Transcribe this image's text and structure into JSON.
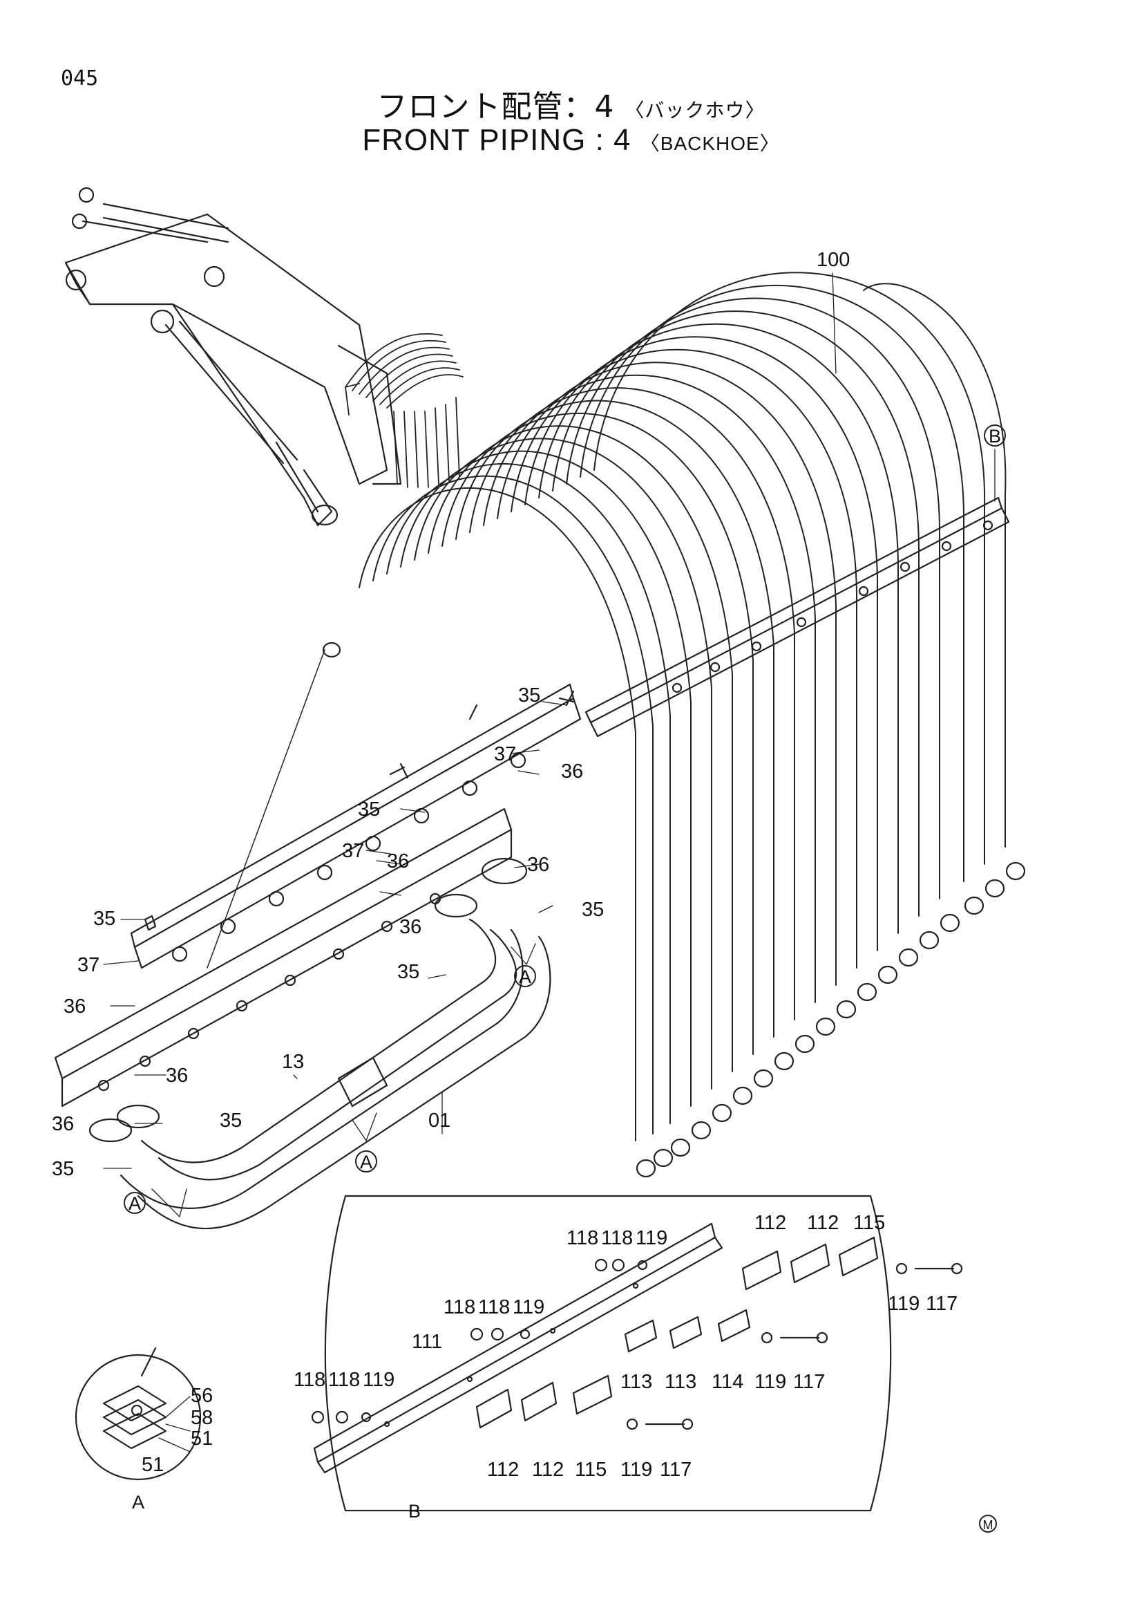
{
  "page_number": "045",
  "title_jp": "フロント配管：4",
  "title_jp_sub": "〈バックホウ〉",
  "title_en": "FRONT PIPING : 4",
  "title_en_sub": "〈BACKHOE〉",
  "ref_mark_m": "M",
  "callouts": {
    "hose_bundle": "100",
    "pipe_01": "01",
    "pipe_13": "13",
    "bolt": "35",
    "oring": "36",
    "plate": "37",
    "view_a": "A",
    "view_b": "B",
    "clamp_bolt": "56",
    "clamp_washer": "58",
    "clamp_half": "51",
    "rail": "111",
    "clamp_112": "112",
    "clamp_113": "113",
    "clamp_114": "114",
    "clamp_115": "115",
    "bolt_117": "117",
    "nut_118": "118",
    "washer_119": "119"
  }
}
